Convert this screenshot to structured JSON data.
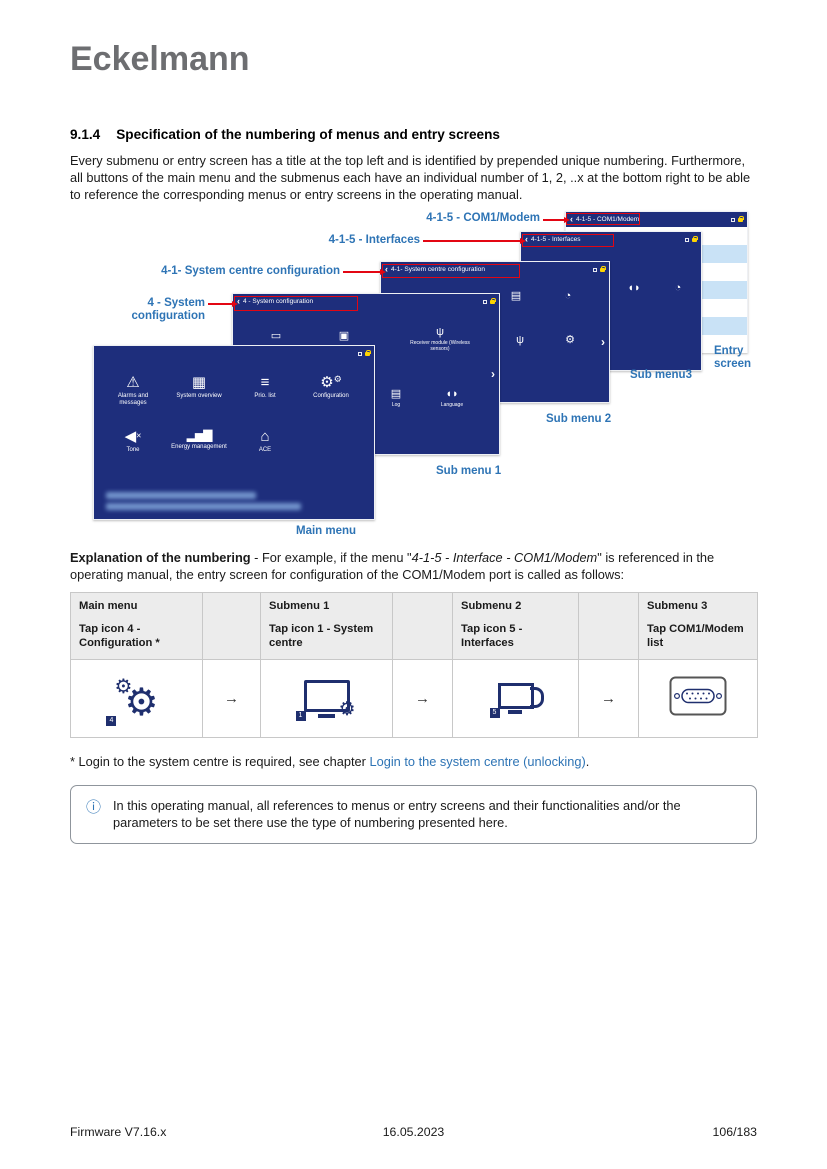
{
  "logo": {
    "text": "Eckelmann"
  },
  "section": {
    "number": "9.1.4",
    "title": "Specification of the numbering of menus and entry screens",
    "intro": "Every submenu or entry screen has a title at the top left and is identified by prepended unique numbering. Furthermore, all buttons of the main menu and the submenus each have an individual number of 1, 2, ..x at the bottom right to be able to reference the corresponding menus or entry screens in the operating manual."
  },
  "diagram": {
    "callouts": [
      {
        "label": "4-1-5 - COM1/Modem"
      },
      {
        "label": "4-1-5 - Interfaces"
      },
      {
        "label": "4-1- System centre configuration"
      },
      {
        "label": "4 - System configuration"
      }
    ],
    "screens": {
      "entry": {
        "title": "4-1-5 - COM1/Modem",
        "label": "Entry screen"
      },
      "submenu3": {
        "title": "4-1-5 - Interfaces",
        "label": "Sub menu3",
        "items": [
          {
            "icon": "speech-bubble-icon",
            "label": ""
          },
          {
            "icon": "clock-gear-icon",
            "label": ""
          }
        ]
      },
      "submenu2": {
        "title": "4-1- System centre configuration",
        "label": "Sub menu 2",
        "items": [
          {
            "icon": "list-icon",
            "label": ""
          },
          {
            "icon": "clock-icon",
            "label": ""
          },
          {
            "icon": "antenna-icon",
            "label": ""
          },
          {
            "icon": "gear-icon",
            "label": ""
          }
        ]
      },
      "submenu1": {
        "title": "4 - System configuration",
        "label": "Sub menu 1",
        "items": [
          {
            "icon": "monitor-icon",
            "label": ""
          },
          {
            "icon": "module-icon",
            "label": ""
          },
          {
            "icon": "receiver-antenna-icon",
            "label": "Receiver module (Wireless sensors)"
          },
          {
            "icon": "log-icon",
            "label": "Log"
          },
          {
            "icon": "language-icon",
            "label": "Language"
          }
        ]
      },
      "main": {
        "label": "Main menu",
        "items": [
          {
            "icon": "alarm-warning-icon",
            "label": "Alarms and messages"
          },
          {
            "icon": "system-overview-icon",
            "label": "System overview"
          },
          {
            "icon": "prio-list-icon",
            "label": "Prio. list"
          },
          {
            "icon": "configuration-gears-icon",
            "label": "Configuration"
          },
          {
            "icon": "tone-mute-icon",
            "label": "Tone"
          },
          {
            "icon": "energy-management-icon",
            "label": "Energy management"
          },
          {
            "icon": "ace-home-icon",
            "label": "ACE"
          }
        ]
      }
    }
  },
  "explanation": {
    "lead": "Explanation of the numbering",
    "pre_italic": " - For example, if the menu \"",
    "italic": "4-1-5 - Interface - COM1/Modem",
    "post_italic": "\" is referenced in the operating manual, the entry screen for configuration of the COM1/Modem port is called as follows:"
  },
  "table": {
    "arrow": "→",
    "columns": [
      {
        "title": "Main menu",
        "subtitle": "Tap icon 4 - Configuration *",
        "badge": "4",
        "icon": "gears-icon"
      },
      {
        "title": "Submenu 1",
        "subtitle": "Tap icon 1 - System centre",
        "badge": "1",
        "icon": "monitor-gear-icon"
      },
      {
        "title": "Submenu 2",
        "subtitle": "Tap icon 5 - Interfaces",
        "badge": "5",
        "icon": "interface-cable-icon"
      },
      {
        "title": "Submenu 3",
        "subtitle": "Tap COM1/Modem list",
        "badge": "",
        "icon": "dsub-connector-icon"
      }
    ]
  },
  "footnote": {
    "pre": "* Login to the system centre is required, see chapter ",
    "link": "Login to the system centre (unlocking)",
    "post": "."
  },
  "note": {
    "icon": "info-icon",
    "text": "In this operating manual, all references to menus or entry screens and their functionalities and/or the parameters to be set there use the type of numbering presented here."
  },
  "footer": {
    "left": "Firmware V7.16.x",
    "center": "16.05.2023",
    "right": "106/183"
  },
  "colors": {
    "screen_blue": "#1e2e7c",
    "accent_red": "#e30613",
    "label_blue": "#2e74b5",
    "entry_row_blue": "#c9e2f6"
  }
}
